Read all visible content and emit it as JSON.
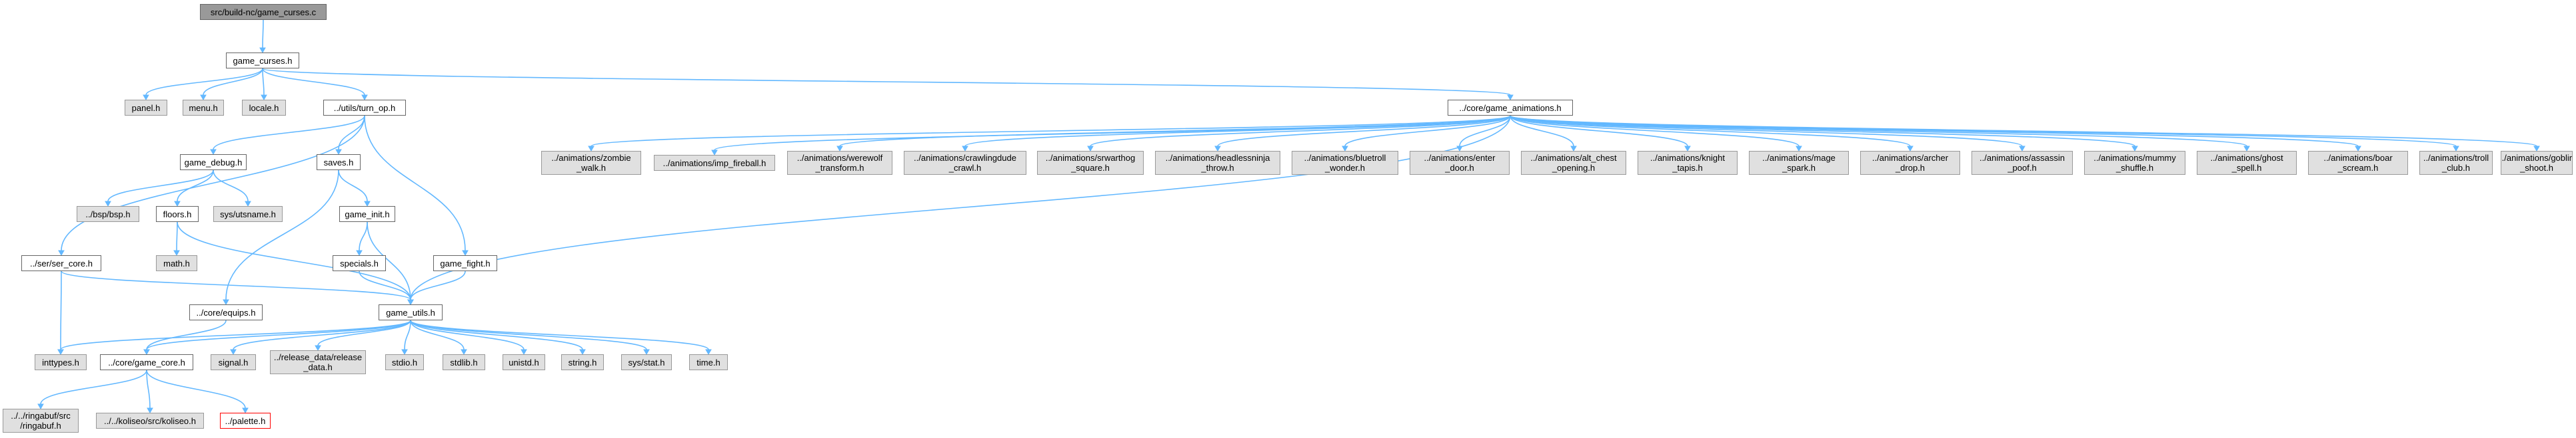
{
  "diagram": {
    "nodes": {
      "root": "src/build-nc/game_curses.c",
      "game_curses_h": "game_curses.h",
      "panel_h": "panel.h",
      "menu_h": "menu.h",
      "locale_h": "locale.h",
      "turn_op_h": "../utils/turn_op.h",
      "game_animations_h": "../core/game_animations.h",
      "game_debug_h": "game_debug.h",
      "saves_h": "saves.h",
      "bsp_h": "../bsp/bsp.h",
      "floors_h": "floors.h",
      "utsname_h": "sys/utsname.h",
      "math_h": "math.h",
      "game_init_h": "game_init.h",
      "specials_h": "specials.h",
      "game_fight_h": "game_fight.h",
      "ser_core_h": "../ser/ser_core.h",
      "equips_h": "../core/equips.h",
      "game_utils_h": "game_utils.h",
      "inttypes_h": "inttypes.h",
      "game_core_h": "../core/game_core.h",
      "signal_h": "signal.h",
      "release_data_h": "../release_data/release\n_data.h",
      "stdio_h": "stdio.h",
      "stdlib_h": "stdlib.h",
      "unistd_h": "unistd.h",
      "string_h": "string.h",
      "sys_stat_h": "sys/stat.h",
      "time_h": "time.h",
      "ringabuf_h": "../../ringabuf/src\n/ringabuf.h",
      "koliseo_h": "../../koliseo/src/koliseo.h",
      "palette_h": "../palette.h",
      "anim_zombie": "../animations/zombie\n_walk.h",
      "anim_imp": "../animations/imp_fireball.h",
      "anim_werewolf": "../animations/werewolf\n_transform.h",
      "anim_crawlingdude": "../animations/crawlingdude\n_crawl.h",
      "anim_srwarthog": "../animations/srwarthog\n_square.h",
      "anim_headlessninja": "../animations/headlessninja\n_throw.h",
      "anim_bluetroll": "../animations/bluetroll\n_wonder.h",
      "anim_enter_door": "../animations/enter\n_door.h",
      "anim_alt_chest": "../animations/alt_chest\n_opening.h",
      "anim_knight": "../animations/knight\n_tapis.h",
      "anim_mage": "../animations/mage\n_spark.h",
      "anim_archer": "../animations/archer\n_drop.h",
      "anim_assassin": "../animations/assassin\n_poof.h",
      "anim_mummy": "../animations/mummy\n_shuffle.h",
      "anim_ghost": "../animations/ghost\n_spell.h",
      "anim_boar": "../animations/boar\n_scream.h",
      "anim_troll": "../animations/troll\n_club.h",
      "anim_goblin": "../animations/goblin\n_shoot.h"
    },
    "colors": {
      "edge": "#63b8ff",
      "system_header_fill": "#e0e0e0",
      "local_header_fill": "#ffffff",
      "root_fill": "#999999",
      "missing_header_border": "#ff0000"
    }
  }
}
